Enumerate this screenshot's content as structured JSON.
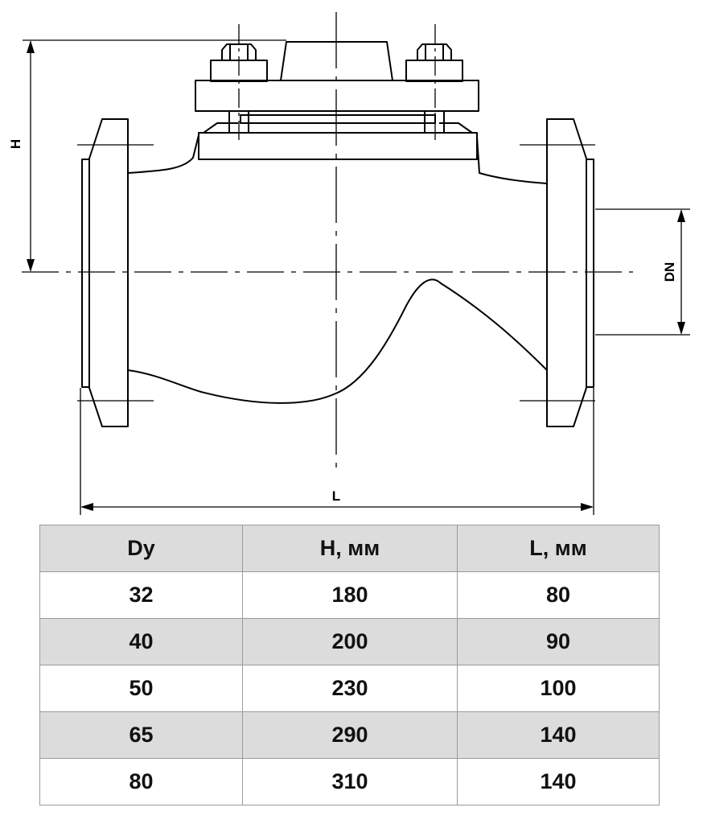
{
  "drawing": {
    "labels": {
      "h": "H",
      "dn": "DN",
      "l": "L"
    }
  },
  "table": {
    "headers": [
      "Dy",
      "H, мм",
      "L, мм"
    ],
    "rows": [
      [
        "32",
        "180",
        "80"
      ],
      [
        "40",
        "200",
        "90"
      ],
      [
        "50",
        "230",
        "100"
      ],
      [
        "65",
        "290",
        "140"
      ],
      [
        "80",
        "310",
        "140"
      ]
    ],
    "header_fill": "#dcdcdc",
    "alt_row_fill": "#dcdcdc",
    "border_color": "#9a9a9a"
  }
}
